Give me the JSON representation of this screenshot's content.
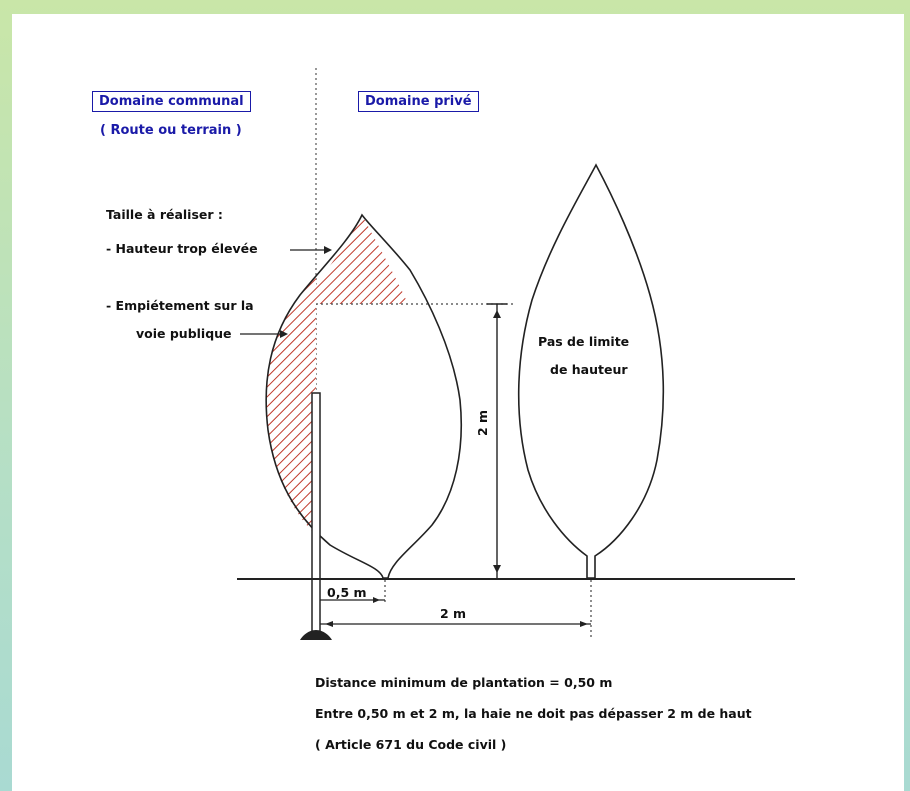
{
  "header": {
    "domaine_communal": "Domaine communal",
    "route_ou_terrain": "( Route ou terrain )",
    "domaine_prive": "Domaine privé"
  },
  "annotations": {
    "taille_title": "Taille à réaliser :",
    "hauteur_trop_elevee": "- Hauteur trop élevée",
    "empietement_line1": "- Empiétement sur la",
    "empietement_line2": "voie publique",
    "pas_de_limite_line1": "Pas de limite",
    "pas_de_limite_line2": "de hauteur"
  },
  "dimensions": {
    "height_2m": "2 m",
    "distance_05m": "0,5 m",
    "distance_2m": "2 m"
  },
  "footer": {
    "line1": "Distance minimum de plantation = 0,50 m",
    "line2": "Entre 0,50 m et 2 m, la haie ne doit pas dépasser 2 m  de haut",
    "line3": "( Article 671 du Code civil )"
  },
  "colors": {
    "hatch": "#c0392b",
    "label_blue": "#1a1aa8",
    "frame_green": "#b9e0b0"
  }
}
